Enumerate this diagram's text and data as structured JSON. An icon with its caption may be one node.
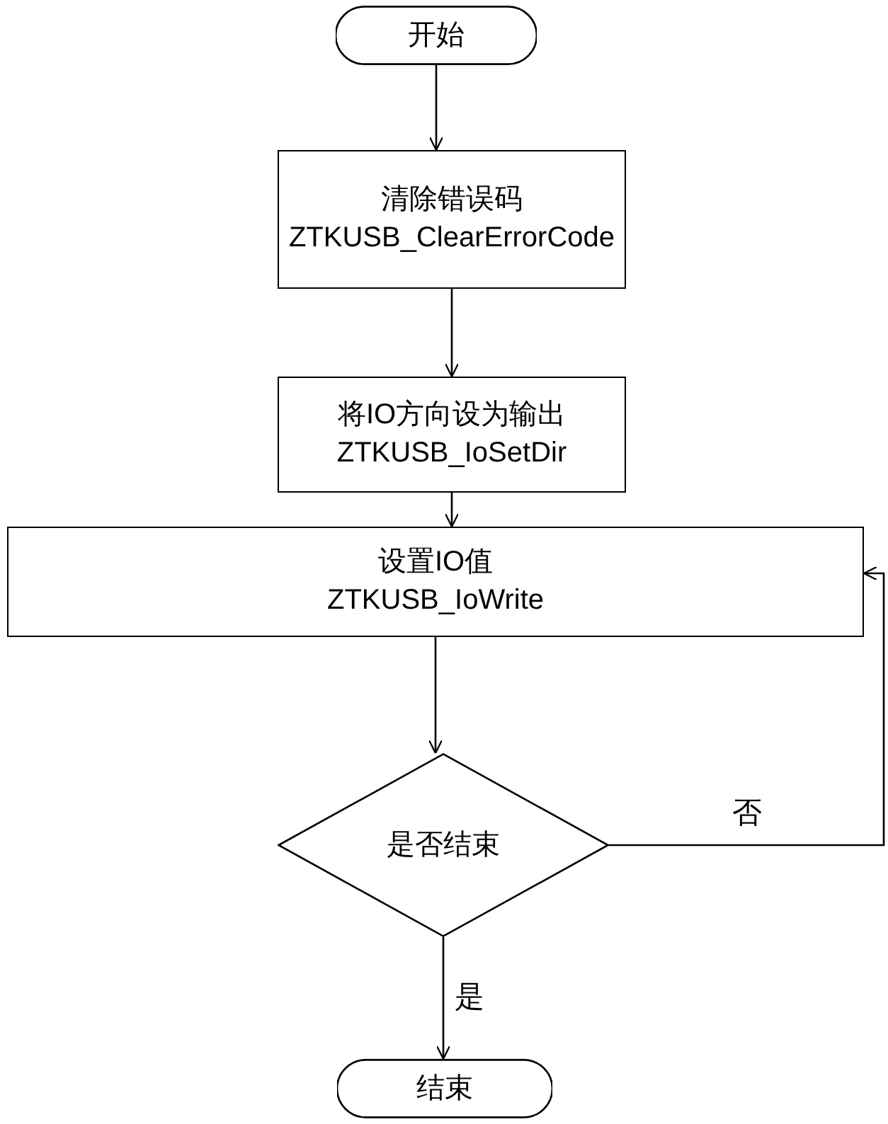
{
  "diagram": {
    "nodes": [
      {
        "text": [
          "开始"
        ]
      },
      {
        "text": [
          "清除错误码",
          "ZTKUSB_ClearErrorCode"
        ]
      },
      {
        "text": [
          "将IO方向设为输出",
          "ZTKUSB_IoSetDir"
        ]
      },
      {
        "text": [
          "设置IO值",
          "ZTKUSB_IoWrite"
        ]
      },
      {
        "text": [
          "是否结束"
        ]
      },
      {
        "text": [
          "结束"
        ]
      }
    ],
    "edges": [
      {
        "from": 0,
        "to": 1,
        "arrow": "to"
      },
      {
        "from": 1,
        "to": 2,
        "arrow": "to"
      },
      {
        "from": 2,
        "to": 3,
        "arrow": "to"
      },
      {
        "from": 3,
        "to": 4,
        "arrow": "to"
      },
      {
        "from": 4,
        "to": 5,
        "arrow": "to",
        "label": "是"
      },
      {
        "from": 4,
        "to": 3,
        "arrow": "to",
        "label": "否"
      }
    ]
  }
}
